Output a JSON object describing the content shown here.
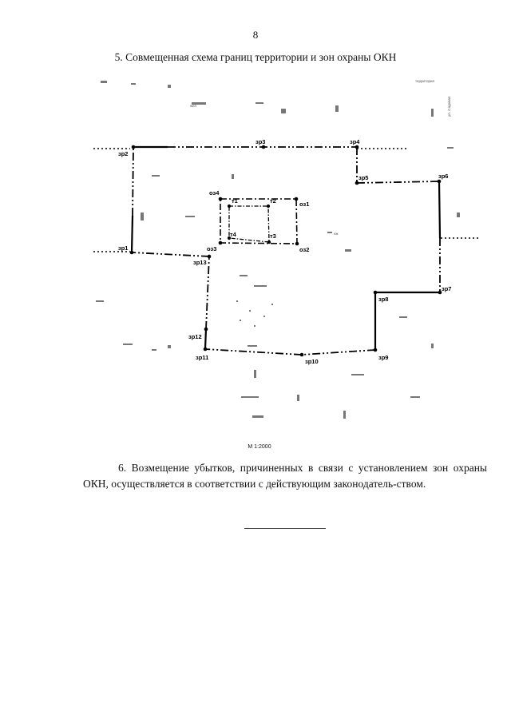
{
  "page": {
    "number": "8",
    "section_title": "5. Совмещенная схема границ территории и зон охраны ОКН",
    "scale": "М 1:2000",
    "paragraph": "6. Возмещение убытков, причиненных в связи с установлением зон охраны ОКН, осуществляется в соответствии с действующим законодатель-ством."
  },
  "scheme": {
    "zone_points": {
      "zr1": "зр1",
      "zr2": "зр2",
      "zr3": "зр3",
      "zr4": "зр4",
      "zr5": "зр5",
      "zr6": "зр6",
      "zr7": "зр7",
      "zr8": "зр8",
      "zr9": "зр9",
      "zr10": "зр10",
      "zr11": "зр11",
      "zr12": "зр12",
      "zr13": "зр13"
    },
    "protection_points": {
      "oz1": "оз1",
      "oz2": "оз2",
      "oz3": "оз3",
      "oz4": "оз4"
    },
    "territory_points": {
      "t1": "т1",
      "t2": "т2",
      "t3": "т3",
      "t4": "т4"
    },
    "map_labels": {
      "ul_sadovaya": "ул. Садовая",
      "territoriya": "территория",
      "zhilaya": "жил",
      "nezh": "нж"
    }
  }
}
